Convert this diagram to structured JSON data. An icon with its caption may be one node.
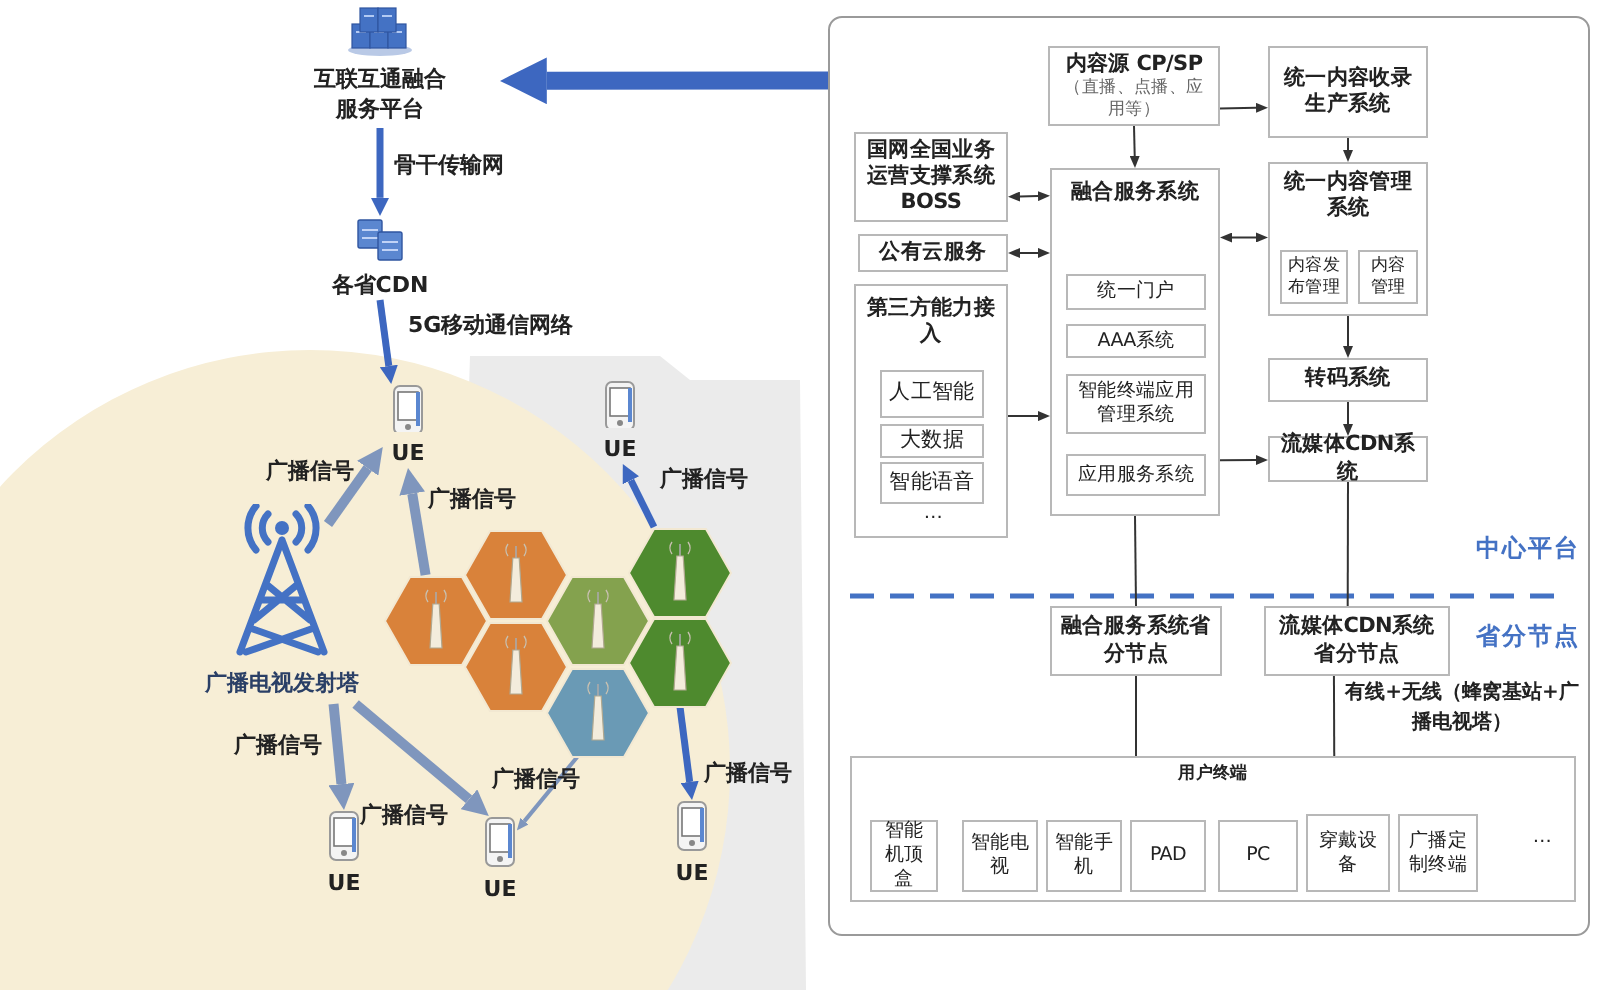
{
  "diagram": {
    "nodes": [
      {
        "text": [
          "互联互通融合服务平台"
        ]
      },
      {
        "text": [
          "各省CDN"
        ]
      },
      {
        "text": [
          "UE"
        ]
      },
      {
        "text": [
          "UE"
        ]
      },
      {
        "text": [
          "广播电视发射塔"
        ]
      },
      {
        "text": [],
        "shape": "hexagon"
      },
      {
        "text": [],
        "shape": "hexagon"
      },
      {
        "text": [],
        "shape": "hexagon"
      },
      {
        "text": [],
        "shape": "hexagon"
      },
      {
        "text": [],
        "shape": "hexagon"
      },
      {
        "text": [],
        "shape": "hexagon"
      },
      {
        "text": [],
        "shape": "hexagon"
      },
      {
        "text": [
          "UE"
        ]
      },
      {
        "text": [
          "UE"
        ]
      },
      {
        "text": [
          "UE"
        ]
      },
      {
        "text": [],
        "shape": "box"
      },
      {
        "text": [
          "内容源 CP/SP",
          "（直播、点播、应用等）"
        ],
        "in": 15
      },
      {
        "text": [
          "统一内容收录生产系统"
        ],
        "in": 15
      },
      {
        "text": [
          "国网全国业务运营支撑系统BOSS"
        ],
        "in": 15
      },
      {
        "text": [
          "公有云服务"
        ],
        "in": 15
      },
      {
        "text": [
          "第三方能力接入",
          "…"
        ],
        "in": 15
      },
      {
        "text": [
          "人工智能"
        ],
        "in": 20
      },
      {
        "text": [
          "大数据"
        ],
        "in": 20
      },
      {
        "text": [
          "智能语音"
        ],
        "in": 20
      },
      {
        "text": [
          "融合服务系统"
        ],
        "in": 15
      },
      {
        "text": [
          "统一门户"
        ],
        "in": 24
      },
      {
        "text": [
          "AAA系统"
        ],
        "in": 24
      },
      {
        "text": [
          "智能终端应用管理系统"
        ],
        "in": 24
      },
      {
        "text": [
          "应用服务系统"
        ],
        "in": 24
      },
      {
        "text": [
          "统一内容管理系统"
        ],
        "in": 15
      },
      {
        "text": [
          "内容发布管理"
        ],
        "in": 29
      },
      {
        "text": [
          "内容管理"
        ],
        "in": 29
      },
      {
        "text": [
          "转码系统"
        ],
        "in": 15
      },
      {
        "text": [
          "流媒体CDN系统"
        ],
        "in": 15
      },
      {
        "text": [
          "融合服务系统省分节点"
        ],
        "in": 15
      },
      {
        "text": [
          "流媒体CDN系统省分节点"
        ],
        "in": 15
      },
      {
        "text": [
          "用户终端",
          "…"
        ],
        "in": 15
      },
      {
        "text": [
          "智能机顶盒"
        ],
        "in": 36
      },
      {
        "text": [
          "智能电视"
        ],
        "in": 36
      },
      {
        "text": [
          "智能手机"
        ],
        "in": 36
      },
      {
        "text": [
          "PAD"
        ],
        "in": 36
      },
      {
        "text": [
          "PC"
        ],
        "in": 36
      },
      {
        "text": [
          "穿戴设备"
        ],
        "in": 36
      },
      {
        "text": [
          "广播定制终端"
        ],
        "in": 36
      }
    ],
    "edges": [
      {
        "from": 15,
        "to": 0,
        "arrow": "to",
        "style": "thick",
        "color": "#3d67c0"
      },
      {
        "from": 0,
        "to": 1,
        "arrow": "to",
        "label": "骨干传输网",
        "style": "thick",
        "color": "#3d67c0"
      },
      {
        "from": 1,
        "to": 2,
        "arrow": "to",
        "label": "5G移动通信网络",
        "style": "thick",
        "color": "#3d67c0"
      },
      {
        "from": 4,
        "to": 2,
        "arrow": "to",
        "label": "广播信号",
        "style": "thick",
        "color": "#7f96bd"
      },
      {
        "from": 5,
        "to": 2,
        "arrow": "to",
        "label": "广播信号",
        "style": "thick",
        "color": "#7f96bd"
      },
      {
        "from": 9,
        "to": 3,
        "arrow": "to",
        "label": "广播信号",
        "style": "thick",
        "color": "#3d67c0"
      },
      {
        "from": 10,
        "to": 14,
        "arrow": "to",
        "label": "广播信号",
        "style": "thick",
        "color": "#3d67c0"
      },
      {
        "from": 4,
        "to": 12,
        "arrow": "to",
        "label": "广播信号",
        "style": "thick",
        "color": "#7f96bd"
      },
      {
        "from": 4,
        "to": 13,
        "arrow": "to",
        "label": "广播信号",
        "style": "thick",
        "color": "#7f96bd"
      },
      {
        "from": 11,
        "to": 13,
        "arrow": "to",
        "label": "广播信号",
        "color": "#7f96bd"
      },
      {
        "from": 16,
        "to": 24,
        "arrow": "to"
      },
      {
        "from": 16,
        "to": 17,
        "arrow": "to"
      },
      {
        "from": 17,
        "to": 29,
        "arrow": "to"
      },
      {
        "from": 18,
        "to": 24,
        "arrow": "both"
      },
      {
        "from": 19,
        "to": 24,
        "arrow": "both"
      },
      {
        "from": 24,
        "to": 29,
        "arrow": "both"
      },
      {
        "from": 20,
        "to": 24,
        "arrow": "to"
      },
      {
        "from": 29,
        "to": 32,
        "arrow": "to"
      },
      {
        "from": 32,
        "to": 33,
        "arrow": "to"
      },
      {
        "from": 24,
        "to": 33,
        "arrow": "to"
      },
      {
        "from": 24,
        "to": 34,
        "arrow": "none"
      },
      {
        "from": 33,
        "to": 35,
        "arrow": "none"
      },
      {
        "from": 34,
        "to": 36,
        "arrow": "none"
      },
      {
        "from": 35,
        "to": 36,
        "arrow": "none",
        "label": "有线+无线（蜂窝基站+广播电视塔）"
      }
    ],
    "labels": [
      "中心平台",
      "省分节点"
    ]
  }
}
